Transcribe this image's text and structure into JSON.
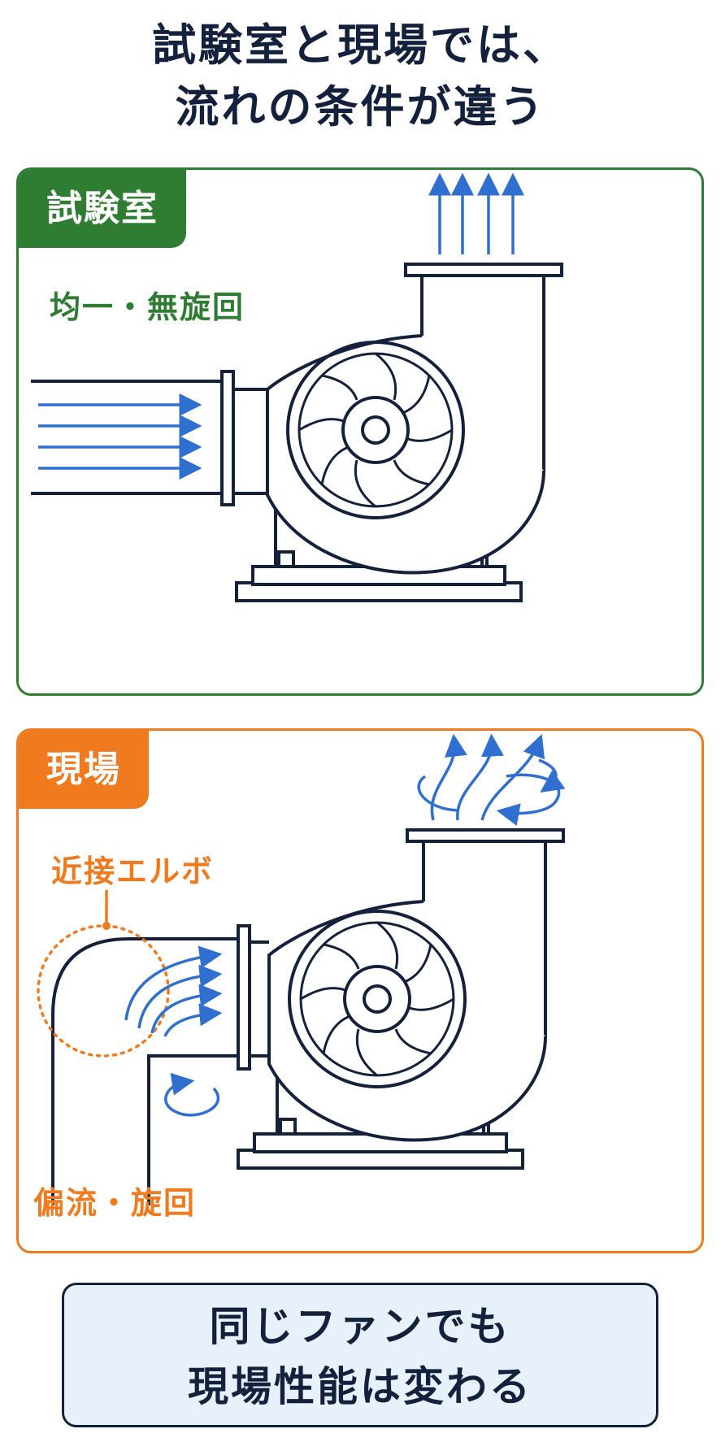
{
  "title": {
    "line1": "試験室と現場では、",
    "line2": "流れの条件が違う"
  },
  "lab_panel": {
    "tab": "試験室",
    "condition": "均一・無旋回"
  },
  "field_panel": {
    "tab": "現場",
    "elbow_label": "近接エルボ",
    "flow_label": "偏流・旋回"
  },
  "conclusion": {
    "line1": "同じファンでも",
    "line2": "現場性能は変わる"
  },
  "colors": {
    "navy": "#14213d",
    "green": "#2e7d32",
    "orange": "#f07a1e",
    "blue": "#2f6fd0",
    "box_fill": "#e8f1fb"
  }
}
